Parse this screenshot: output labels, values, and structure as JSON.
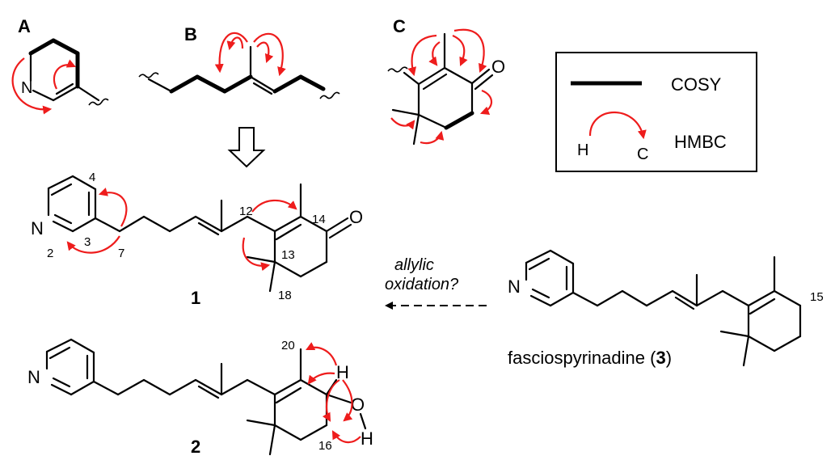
{
  "fragment_labels": {
    "a": "A",
    "b": "B",
    "c": "C"
  },
  "legend": {
    "cosy": "COSY",
    "hmbc": "HMBC",
    "h": "H",
    "c": "C"
  },
  "atoms": {
    "n": "N",
    "o": "O",
    "h": "H"
  },
  "numbering": {
    "n4": "4",
    "n3": "3",
    "n2": "2",
    "n7": "7",
    "n12": "12",
    "n14": "14",
    "n13": "13",
    "n18": "18",
    "n20": "20",
    "n16": "16",
    "n15": "15"
  },
  "compounds": {
    "c1": "1",
    "c2": "2",
    "c3_name": "fasciospyrinadine (",
    "c3_num": "3",
    "c3_close": ")"
  },
  "reaction": {
    "line1": "allylic",
    "line2": "oxidation?"
  },
  "colors": {
    "correlation_arrow": "#ee1c1c",
    "bond": "#000000"
  }
}
